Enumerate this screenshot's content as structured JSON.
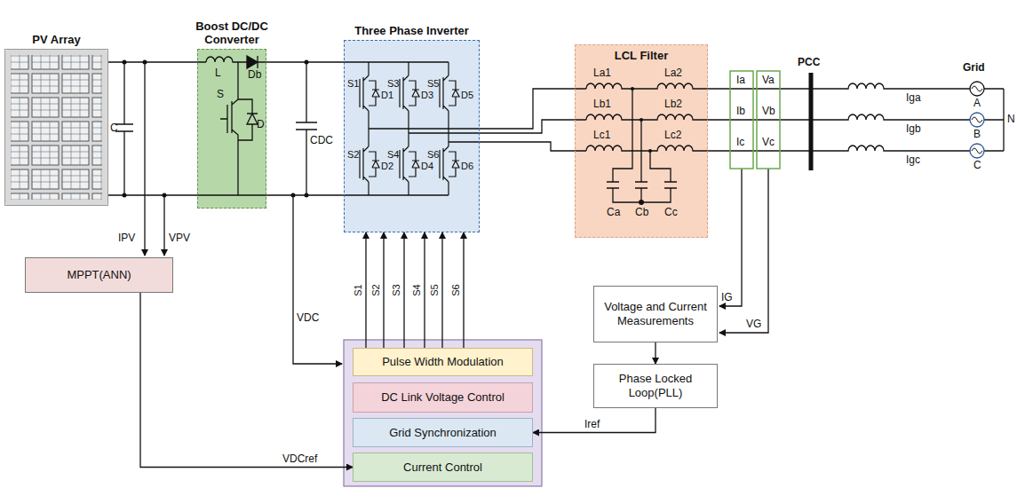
{
  "diagram": {
    "nodes": [
      {
        "text": [
          "PV Array"
        ]
      },
      {
        "text": [
          "Boost DC/DC Converter"
        ]
      },
      {
        "text": [
          "Three Phase Inverter"
        ]
      },
      {
        "text": [
          "LCL Filter"
        ]
      },
      {
        "text": [
          "MPPT(ANN)"
        ]
      },
      {
        "text": [
          "Pulse Width Modulation"
        ]
      },
      {
        "text": [
          "DC Link Voltage Control"
        ]
      },
      {
        "text": [
          "Grid Synchronization"
        ]
      },
      {
        "text": [
          "Current Control"
        ]
      },
      {
        "text": [
          "Voltage and Current Measurements"
        ]
      },
      {
        "text": [
          "Phase Locked Loop(PLL)"
        ]
      }
    ],
    "edges": [
      {
        "from": 4,
        "to": 8,
        "label": "VDCref",
        "arrow": "to"
      },
      {
        "from": 9,
        "to": 10,
        "arrow": "to"
      },
      {
        "from": 10,
        "to": 7,
        "label": "Iref",
        "arrow": "to"
      },
      {
        "from": 5,
        "to": 2,
        "label": "S1",
        "arrow": "to"
      },
      {
        "from": 5,
        "to": 2,
        "label": "S2",
        "arrow": "to"
      },
      {
        "from": 5,
        "to": 2,
        "label": "S3",
        "arrow": "to"
      },
      {
        "from": 5,
        "to": 2,
        "label": "S4",
        "arrow": "to"
      },
      {
        "from": 5,
        "to": 2,
        "label": "S5",
        "arrow": "to"
      },
      {
        "from": 5,
        "to": 2,
        "label": "S6",
        "arrow": "to"
      }
    ],
    "labels": [
      "C",
      "L",
      "Db",
      "S",
      "D",
      "CDC",
      "S1",
      "D1",
      "S3",
      "D3",
      "S5",
      "D5",
      "S2",
      "D2",
      "S4",
      "D4",
      "S6",
      "D6",
      "La1",
      "Lb1",
      "Lc1",
      "La2",
      "Lb2",
      "Lc2",
      "Ca",
      "Cb",
      "Cc",
      "Ia",
      "Ib",
      "Ic",
      "Va",
      "Vb",
      "Vc",
      "PCC",
      "Iga",
      "Igb",
      "Igc",
      "Grid",
      "A",
      "B",
      "C",
      "N",
      "IPV",
      "VPV",
      "VDC",
      "IG",
      "VG"
    ]
  }
}
